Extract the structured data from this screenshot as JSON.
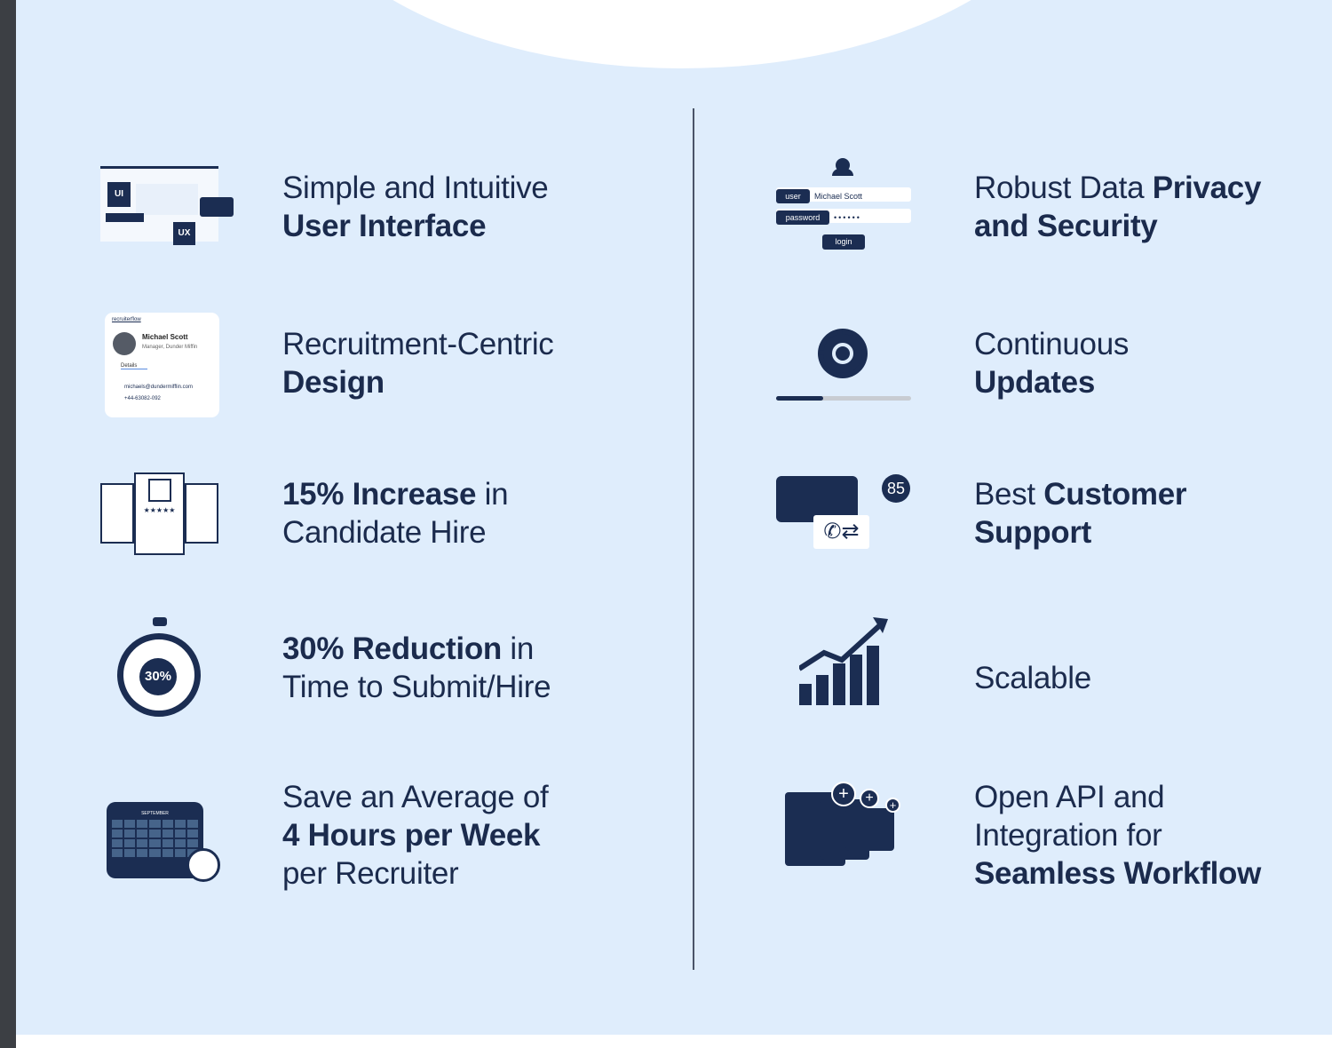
{
  "left": [
    {
      "lines": [
        {
          "parts": [
            {
              "t": "Simple and Intuitive",
              "b": false
            }
          ]
        },
        {
          "parts": [
            {
              "t": "User Interface",
              "b": true
            }
          ]
        }
      ]
    },
    {
      "lines": [
        {
          "parts": [
            {
              "t": "Recruitment-Centric",
              "b": false
            }
          ]
        },
        {
          "parts": [
            {
              "t": "Design",
              "b": true
            }
          ]
        }
      ]
    },
    {
      "lines": [
        {
          "parts": [
            {
              "t": "15% Increase",
              "b": true
            },
            {
              "t": " in",
              "b": false
            }
          ]
        },
        {
          "parts": [
            {
              "t": "Candidate Hire",
              "b": false
            }
          ]
        }
      ]
    },
    {
      "lines": [
        {
          "parts": [
            {
              "t": "30% Reduction",
              "b": true
            },
            {
              "t": " in",
              "b": false
            }
          ]
        },
        {
          "parts": [
            {
              "t": "Time to Submit/Hire",
              "b": false
            }
          ]
        }
      ]
    },
    {
      "lines": [
        {
          "parts": [
            {
              "t": "Save an Average of",
              "b": false
            }
          ]
        },
        {
          "parts": [
            {
              "t": "4 Hours per Week",
              "b": true
            }
          ]
        },
        {
          "parts": [
            {
              "t": "per Recruiter",
              "b": false
            }
          ]
        }
      ]
    }
  ],
  "right": [
    {
      "lines": [
        {
          "parts": [
            {
              "t": "Robust Data ",
              "b": false
            },
            {
              "t": "Privacy",
              "b": true
            }
          ]
        },
        {
          "parts": [
            {
              "t": "and Security",
              "b": true
            }
          ]
        }
      ]
    },
    {
      "lines": [
        {
          "parts": [
            {
              "t": "Continuous",
              "b": false
            }
          ]
        },
        {
          "parts": [
            {
              "t": "Updates",
              "b": true
            }
          ]
        }
      ]
    },
    {
      "lines": [
        {
          "parts": [
            {
              "t": "Best ",
              "b": false
            },
            {
              "t": "Customer",
              "b": true
            }
          ]
        },
        {
          "parts": [
            {
              "t": "Support",
              "b": true
            }
          ]
        }
      ]
    },
    {
      "lines": [
        {
          "parts": [
            {
              "t": "Scalable",
              "b": false
            }
          ]
        }
      ]
    },
    {
      "lines": [
        {
          "parts": [
            {
              "t": "Open API and",
              "b": false
            }
          ]
        },
        {
          "parts": [
            {
              "t": "Integration for",
              "b": false
            }
          ]
        },
        {
          "parts": [
            {
              "t": "Seamless Workflow",
              "b": true
            }
          ]
        }
      ]
    }
  ],
  "icons": {
    "ui_label": "UI",
    "ux_label": "UX",
    "card": {
      "brand": "recruiterflow",
      "name": "Michael Scott",
      "role": "Manager, Dunder Miffin",
      "tab": "Details",
      "email": "michaels@dundermifflin.com",
      "phone": "+44-63082-092"
    },
    "login": {
      "user_label": "user",
      "user_value": "Michael Scott",
      "password_label": "password",
      "password_value": "••••••",
      "button": "login"
    },
    "stopwatch": "30%",
    "badge": "85",
    "calendar": {
      "month": "SEPTEMBER"
    },
    "update_progress": 0.35
  },
  "colors": {
    "navy": "#1b2d52",
    "background": "#dfedfc"
  }
}
